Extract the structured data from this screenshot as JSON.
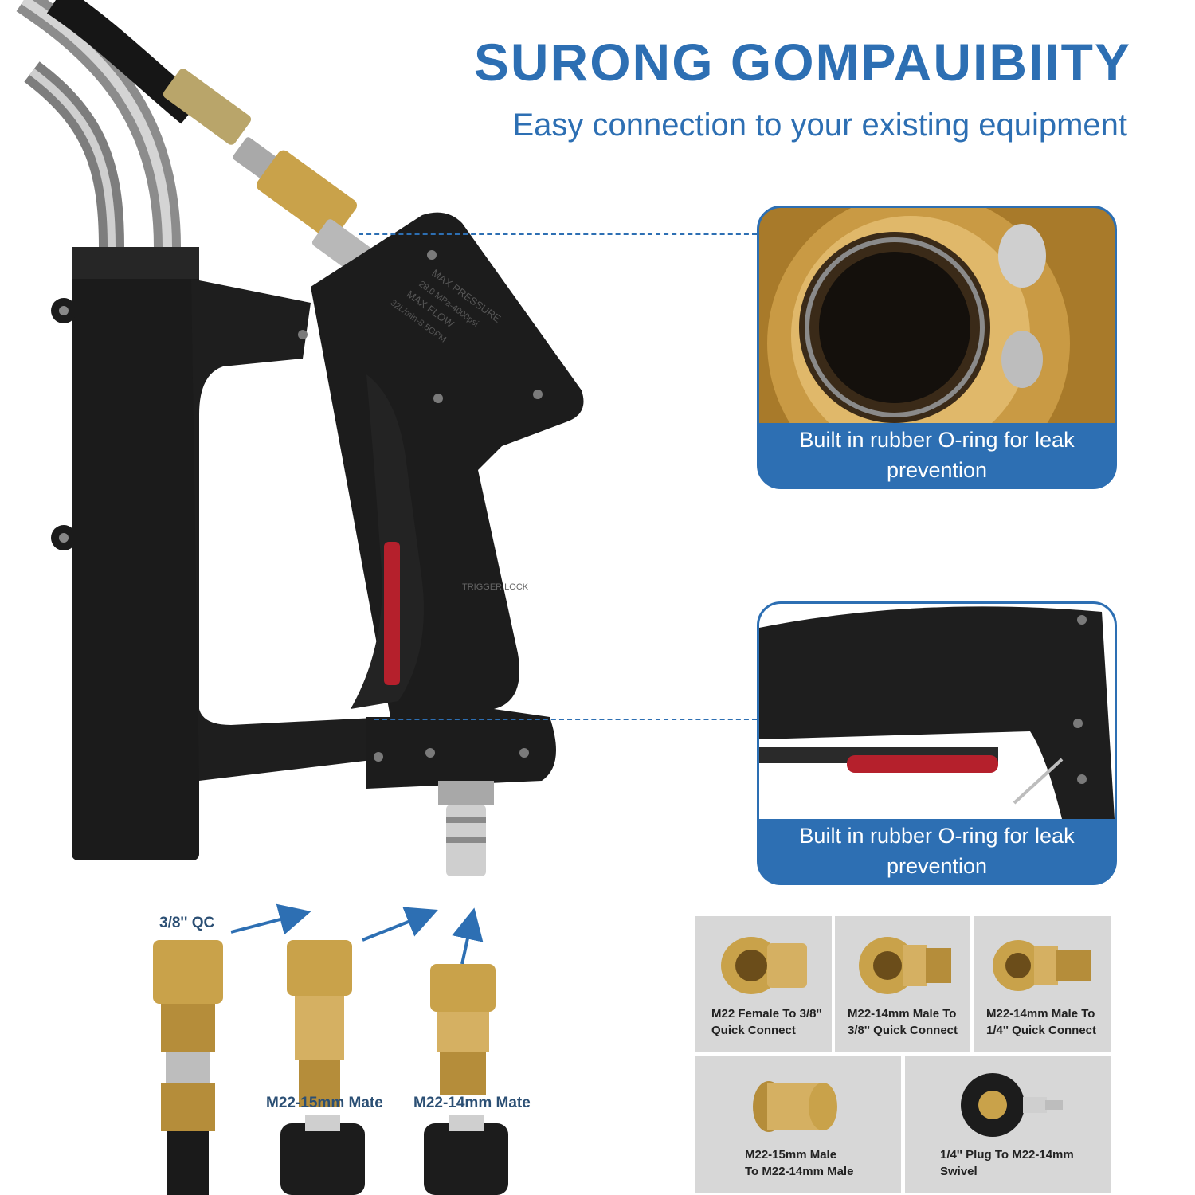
{
  "header": {
    "title": "SURONG GOMPAUIBIITY",
    "subtitle": "Easy connection to your existing equipment"
  },
  "callouts": [
    {
      "caption": "Built in rubber O-ring for leak prevention",
      "image": "brass-coupler-interior-closeup"
    },
    {
      "caption": "Built in rubber O-ring for leak prevention",
      "image": "trigger-lock-closeup"
    }
  ],
  "gun": {
    "label_max_pressure": "MAX PRESSURE",
    "label_pressure_value": "28.0 MPa-4000psi",
    "label_max_flow": "MAX FLOW",
    "label_flow_value": "32L/min-8.5GPM",
    "trigger_lock": "TRIGGER LOCK"
  },
  "adapters": {
    "qc_label": "3/8'' QC",
    "mate_15": "M22-15mm Mate",
    "mate_14": "M22-14mm Mate"
  },
  "products": [
    {
      "caption": "M22 Female To 3/8''\nQuick Connect"
    },
    {
      "caption": "M22-14mm Male To\n3/8'' Quick Connect"
    },
    {
      "caption": "M22-14mm Male To\n1/4'' Quick Connect"
    },
    {
      "caption": "M22-15mm Male\nTo M22-14mm Male"
    },
    {
      "caption": "1/4'' Plug To M22-14mm\nSwivel"
    }
  ],
  "colors": {
    "brand_blue": "#2d6fb3",
    "brass": "#c9a24a",
    "gun_black": "#1e1e1e",
    "trigger_red": "#b5202c",
    "grid_gray": "#d7d7d7"
  }
}
